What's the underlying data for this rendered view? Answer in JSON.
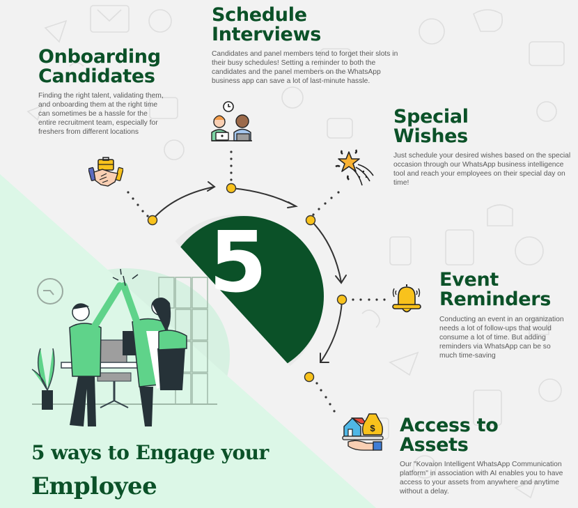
{
  "hero": {
    "number": "5",
    "title_line1": "5 ways to Engage your",
    "title_line2": "Employee"
  },
  "sections": [
    {
      "id": "onboarding",
      "title_line1": "Onboarding",
      "title_line2": "Candidates",
      "description": "Finding the right talent, validating them, and onboarding them at the right time can sometimes be a hassle for the entire recruitment team, especially for freshers from different locations",
      "icon": "handshake-icon"
    },
    {
      "id": "schedule",
      "title_line1": "Schedule",
      "title_line2": "Interviews",
      "description": "Candidates and panel members tend to forget their slots in their busy schedules! Setting a reminder to both the candidates and the panel members on the WhatsApp business app can save a lot of last-minute hassle.",
      "icon": "interview-icon"
    },
    {
      "id": "wishes",
      "title_line1": "Special",
      "title_line2": "Wishes",
      "description": "Just schedule your desired wishes based on the special occasion through our WhatsApp business intelligence tool and reach your employees on their special day on time!",
      "icon": "shooting-star-icon"
    },
    {
      "id": "events",
      "title_line1": "Event",
      "title_line2": "Reminders",
      "description": "Conducting an event in an organization needs a lot of follow-ups that would consume a lot of time. But adding reminders via WhatsApp can be so much time-saving",
      "icon": "bell-icon"
    },
    {
      "id": "assets",
      "title_line1": "Access to",
      "title_line2": "Assets",
      "description": "Our \"Kovaion Intelligent WhatsApp Communication platform\" in association with AI enables you to have access to your assets from anywhere and anytime without a delay.",
      "icon": "assets-icon"
    }
  ],
  "colors": {
    "brand_green": "#0b5128",
    "accent_yellow": "#f8c21c",
    "mint_bg": "#dcf7e7",
    "light_green": "#5fd38a",
    "body_text": "#5a5a5a"
  }
}
